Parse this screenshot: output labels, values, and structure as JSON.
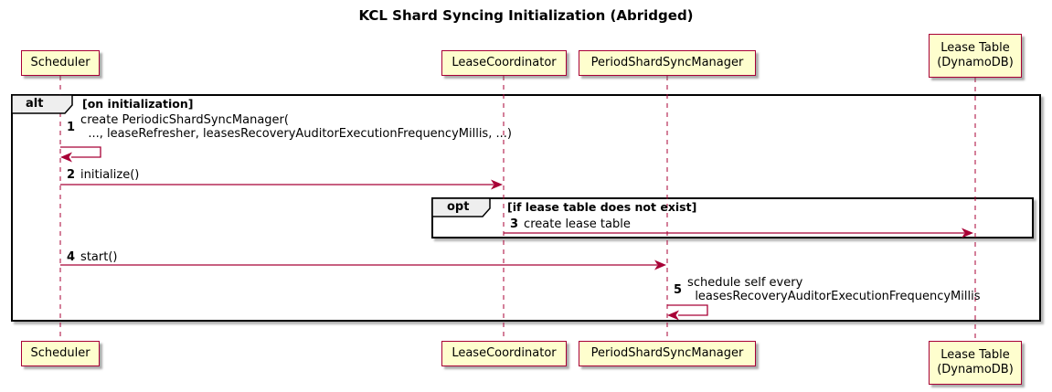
{
  "title": "KCL Shard Syncing Initialization (Abridged)",
  "colors": {
    "participant_fill": "#FEFECE",
    "participant_border": "#A80036",
    "arrow": "#A80036",
    "lifeline": "#A80036",
    "frame_border": "#000000",
    "frame_label_fill": "#EEEEEE"
  },
  "participants": [
    {
      "label": "Scheduler"
    },
    {
      "label": "LeaseCoordinator"
    },
    {
      "label": "PeriodShardSyncManager"
    },
    {
      "label": "Lease Table\n(DynamoDB)"
    }
  ],
  "frames": {
    "alt": {
      "keyword": "alt",
      "condition": "[on initialization]"
    },
    "opt": {
      "keyword": "opt",
      "condition": "[if lease table does not exist]"
    }
  },
  "messages": [
    {
      "num": "1",
      "text": "create PeriodicShardSyncManager(\n  ..., leaseRefresher, leasesRecoveryAuditorExecutionFrequencyMillis, ...)",
      "from": "Scheduler",
      "to": "Scheduler",
      "kind": "self"
    },
    {
      "num": "2",
      "text": "initialize()",
      "from": "Scheduler",
      "to": "LeaseCoordinator",
      "kind": "call"
    },
    {
      "num": "3",
      "text": "create lease table",
      "from": "LeaseCoordinator",
      "to": "Lease Table (DynamoDB)",
      "kind": "call"
    },
    {
      "num": "4",
      "text": "start()",
      "from": "Scheduler",
      "to": "PeriodShardSyncManager",
      "kind": "call"
    },
    {
      "num": "5",
      "text": "schedule self every\n  leasesRecoveryAuditorExecutionFrequencyMillis",
      "from": "PeriodShardSyncManager",
      "to": "PeriodShardSyncManager",
      "kind": "self"
    }
  ]
}
